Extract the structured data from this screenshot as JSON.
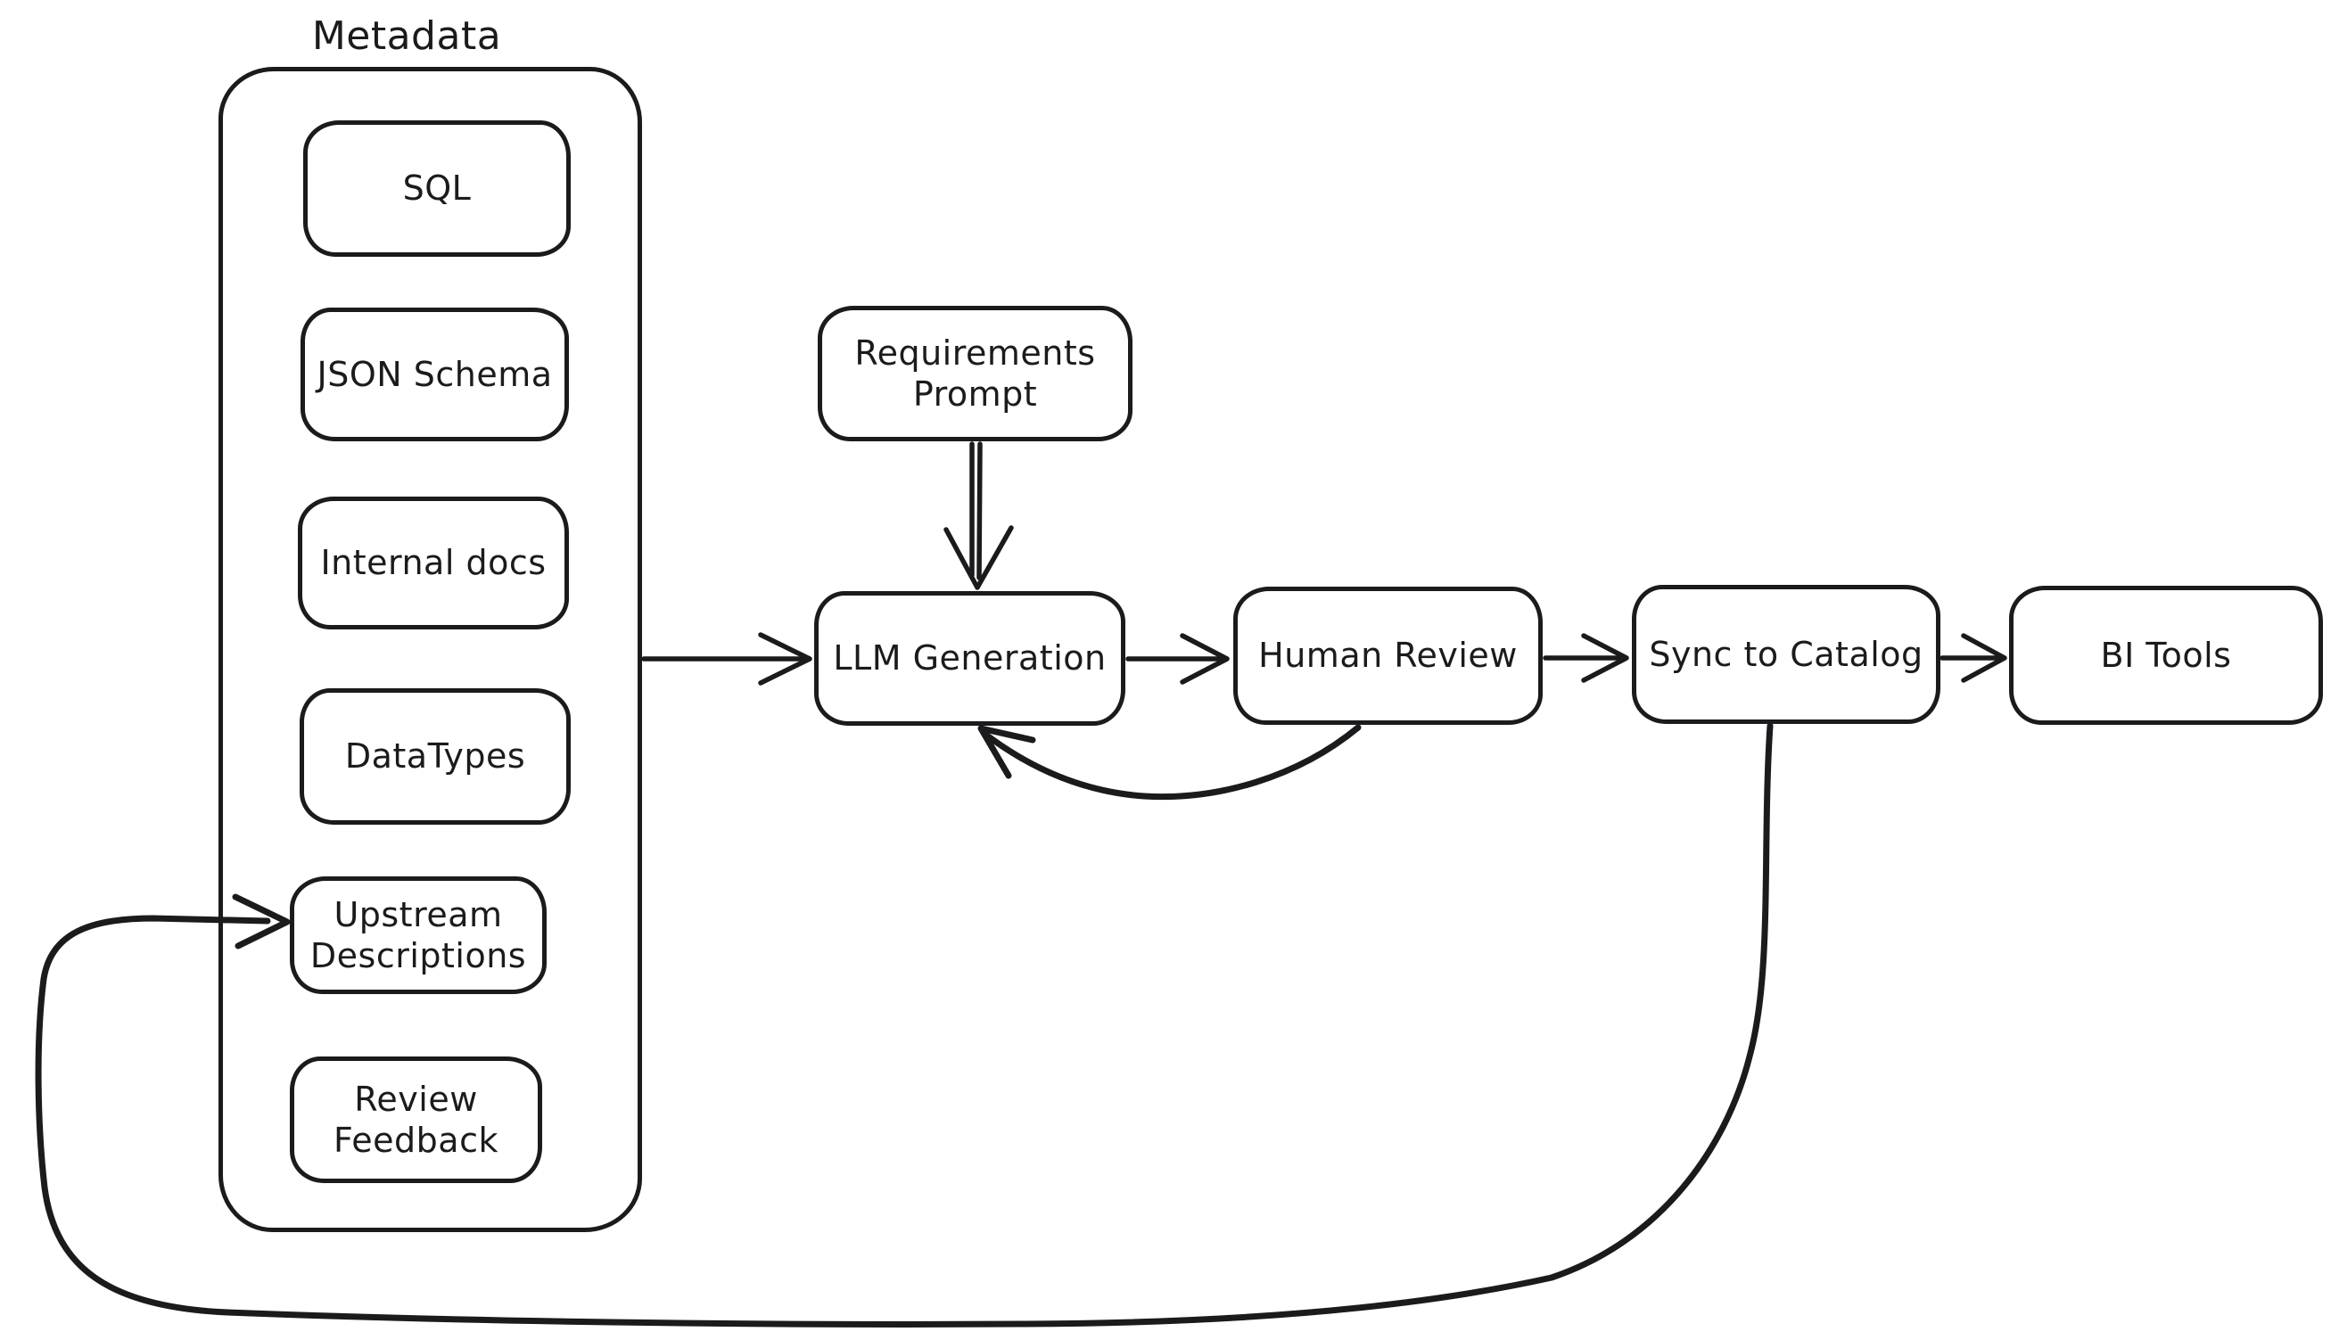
{
  "diagram": {
    "background": "#ffffff",
    "ink": "#1b1b1e",
    "group": {
      "label": "Metadata",
      "items": {
        "sql": "SQL",
        "json_schema": "JSON Schema",
        "internal_docs": "Internal docs",
        "datatypes": "DataTypes",
        "upstream_descriptions": "Upstream Descriptions",
        "review_feedback": "Review Feedback"
      }
    },
    "nodes": {
      "requirements_prompt": "Requirements Prompt",
      "llm_generation": "LLM Generation",
      "human_review": "Human Review",
      "sync_to_catalog": "Sync to Catalog",
      "bi_tools": "BI Tools"
    },
    "edges": [
      {
        "from": "Metadata",
        "to": "LLM Generation"
      },
      {
        "from": "Requirements Prompt",
        "to": "LLM Generation"
      },
      {
        "from": "LLM Generation",
        "to": "Human Review"
      },
      {
        "from": "Human Review",
        "to": "LLM Generation"
      },
      {
        "from": "Human Review",
        "to": "Sync to Catalog"
      },
      {
        "from": "Sync to Catalog",
        "to": "BI Tools"
      },
      {
        "from": "Sync to Catalog",
        "to": "Upstream Descriptions"
      }
    ]
  }
}
